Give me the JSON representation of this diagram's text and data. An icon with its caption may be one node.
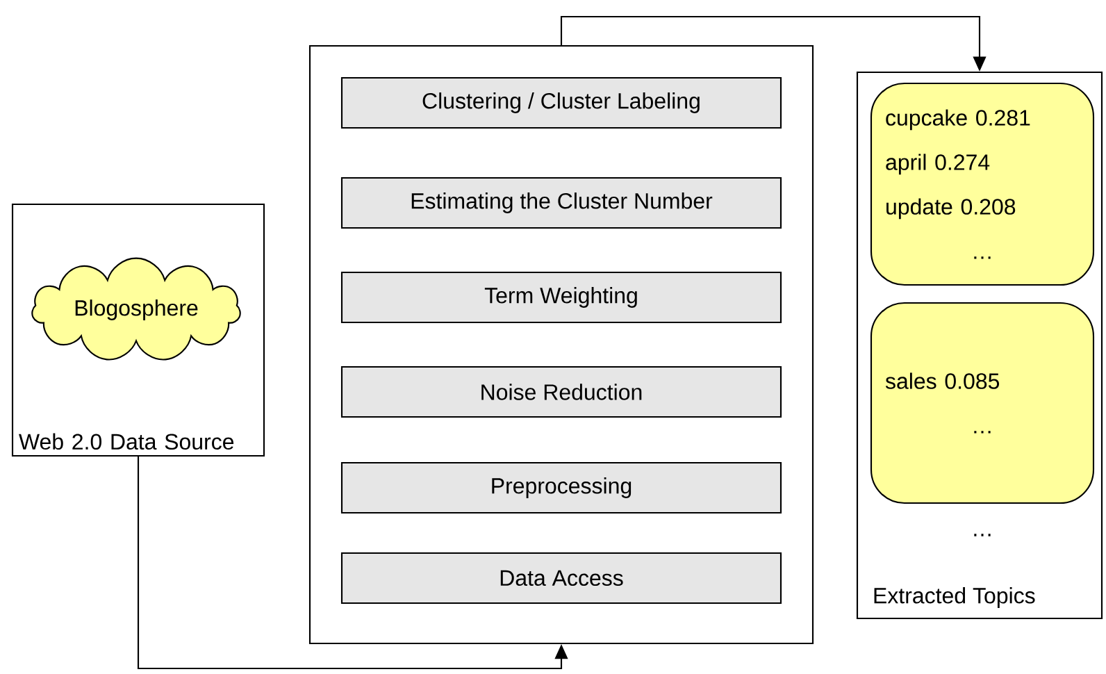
{
  "diagram": {
    "nodes": [
      {
        "text": [
          "Web 2.0 Data Source"
        ]
      },
      {
        "text": [
          "Blogosphere"
        ],
        "in": 0
      },
      {
        "text": [],
        "shape": "box"
      },
      {
        "text": [
          "Clustering / Cluster Labeling"
        ],
        "in": 2
      },
      {
        "text": [
          "Estimating the Cluster Number"
        ],
        "in": 2
      },
      {
        "text": [
          "Term Weighting"
        ],
        "in": 2
      },
      {
        "text": [
          "Noise Reduction"
        ],
        "in": 2
      },
      {
        "text": [
          "Preprocessing"
        ],
        "in": 2
      },
      {
        "text": [
          "Data Access"
        ],
        "in": 2
      },
      {
        "text": [
          "…",
          "Extracted Topics"
        ]
      },
      {
        "text": [
          "cupcake 0.281",
          "april 0.274",
          "update 0.208",
          "…"
        ],
        "in": 9
      },
      {
        "text": [
          "sales 0.085",
          "…"
        ],
        "in": 9
      }
    ],
    "edges": [
      {
        "from": 0,
        "to": 2,
        "arrow": "to"
      },
      {
        "from": 2,
        "to": 9,
        "arrow": "to"
      }
    ]
  }
}
